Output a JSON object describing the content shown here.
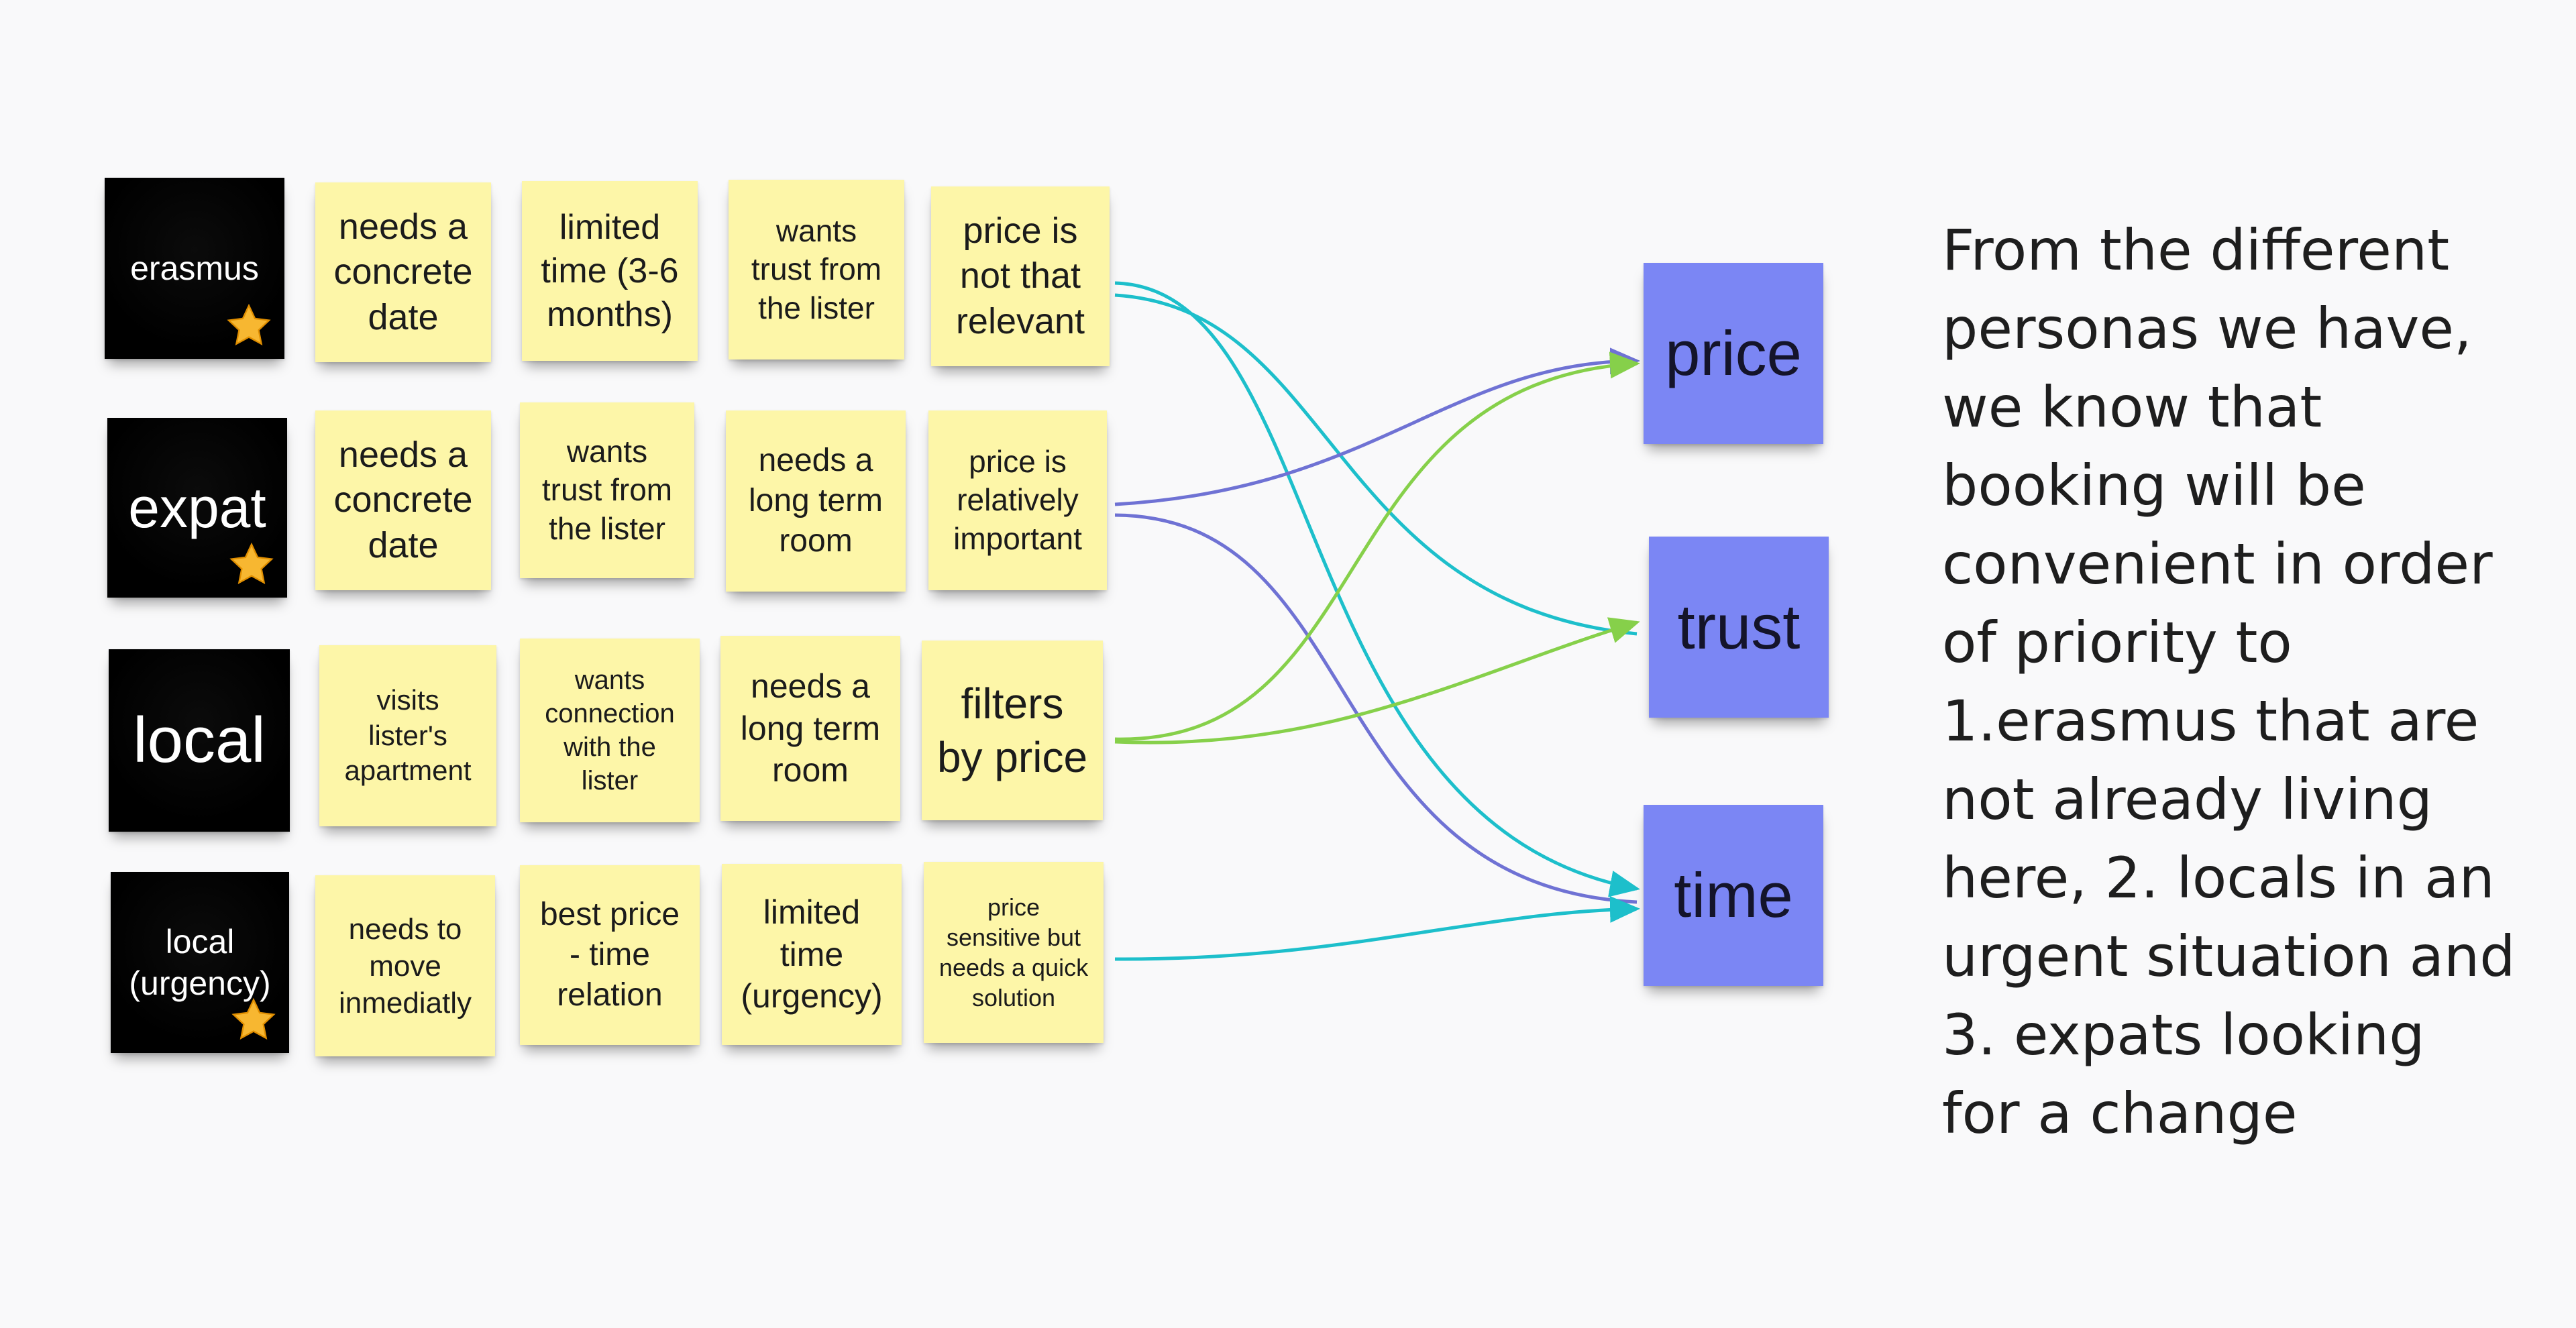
{
  "personas": [
    {
      "label": "erasmus",
      "starred": true
    },
    {
      "label": "expat",
      "starred": true
    },
    {
      "label": "local",
      "starred": false
    },
    {
      "label": "local\n(urgency)",
      "starred": true
    }
  ],
  "needs": [
    [
      "needs a\nconcrete\ndate",
      "limited\ntime (3-6\nmonths)",
      "wants\ntrust from\nthe lister",
      "price is\nnot that\nrelevant"
    ],
    [
      "needs a\nconcrete\ndate",
      "wants\ntrust from\nthe lister",
      "needs a\nlong term\nroom",
      "price is\nrelatively\nimportant"
    ],
    [
      "visits\nlister's\napartment",
      "wants\nconnection\nwith the\nlister",
      "needs a\nlong term\nroom",
      "filters\nby price"
    ],
    [
      "needs to\nmove\ninmediatly",
      "best price\n- time\nrelation",
      "limited\ntime\n(urgency)",
      "price\nsensitive but\nneeds a quick\nsolution"
    ]
  ],
  "categories": [
    "price",
    "trust",
    "time"
  ],
  "summary": "From the different personas we have, we know that booking will be convenient in order of priority to 1.erasmus that are not already living here, 2. locals in an urgent situation and 3. expats looking for a change",
  "colors": {
    "note_yellow": "#fdf6a8",
    "note_black": "#000000",
    "note_blue": "#7b86f4",
    "line_teal": "#1dbfcb",
    "line_purple": "#6f72d4",
    "line_green": "#86d04a",
    "star": "#f7b731"
  },
  "icons": {
    "star": "star-icon"
  }
}
